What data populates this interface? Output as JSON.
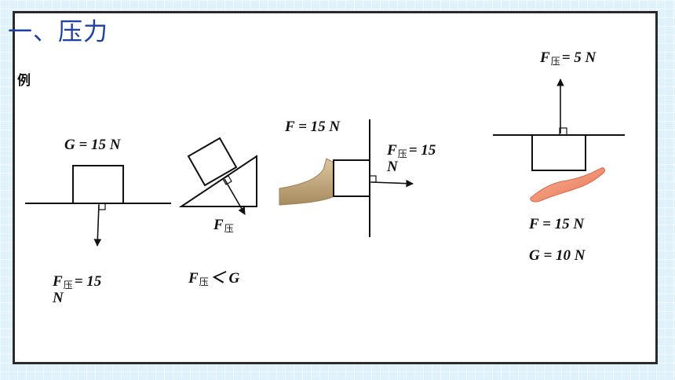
{
  "title": "一、压力",
  "example_label": "例",
  "press_sub": "压",
  "diagram1": {
    "gravity_label": "G = 15 N",
    "pressure_rest_line1": "= 15",
    "pressure_rest_line2": "N"
  },
  "diagram2": {
    "inequality_rest": "＜ G"
  },
  "diagram3": {
    "force_label": "F = 15 N",
    "pressure_rest_line1": "= 15",
    "pressure_rest_line2": "N"
  },
  "diagram4": {
    "pressure_rest": "= 5 N",
    "force_label": "F = 15 N",
    "gravity_label": "G = 10 N"
  },
  "colors": {
    "title": "#1e3fa3",
    "frame": "#2b2b2b",
    "background": "#dff1fb",
    "finger": "#c9b088",
    "hand": "#f08c6c"
  }
}
